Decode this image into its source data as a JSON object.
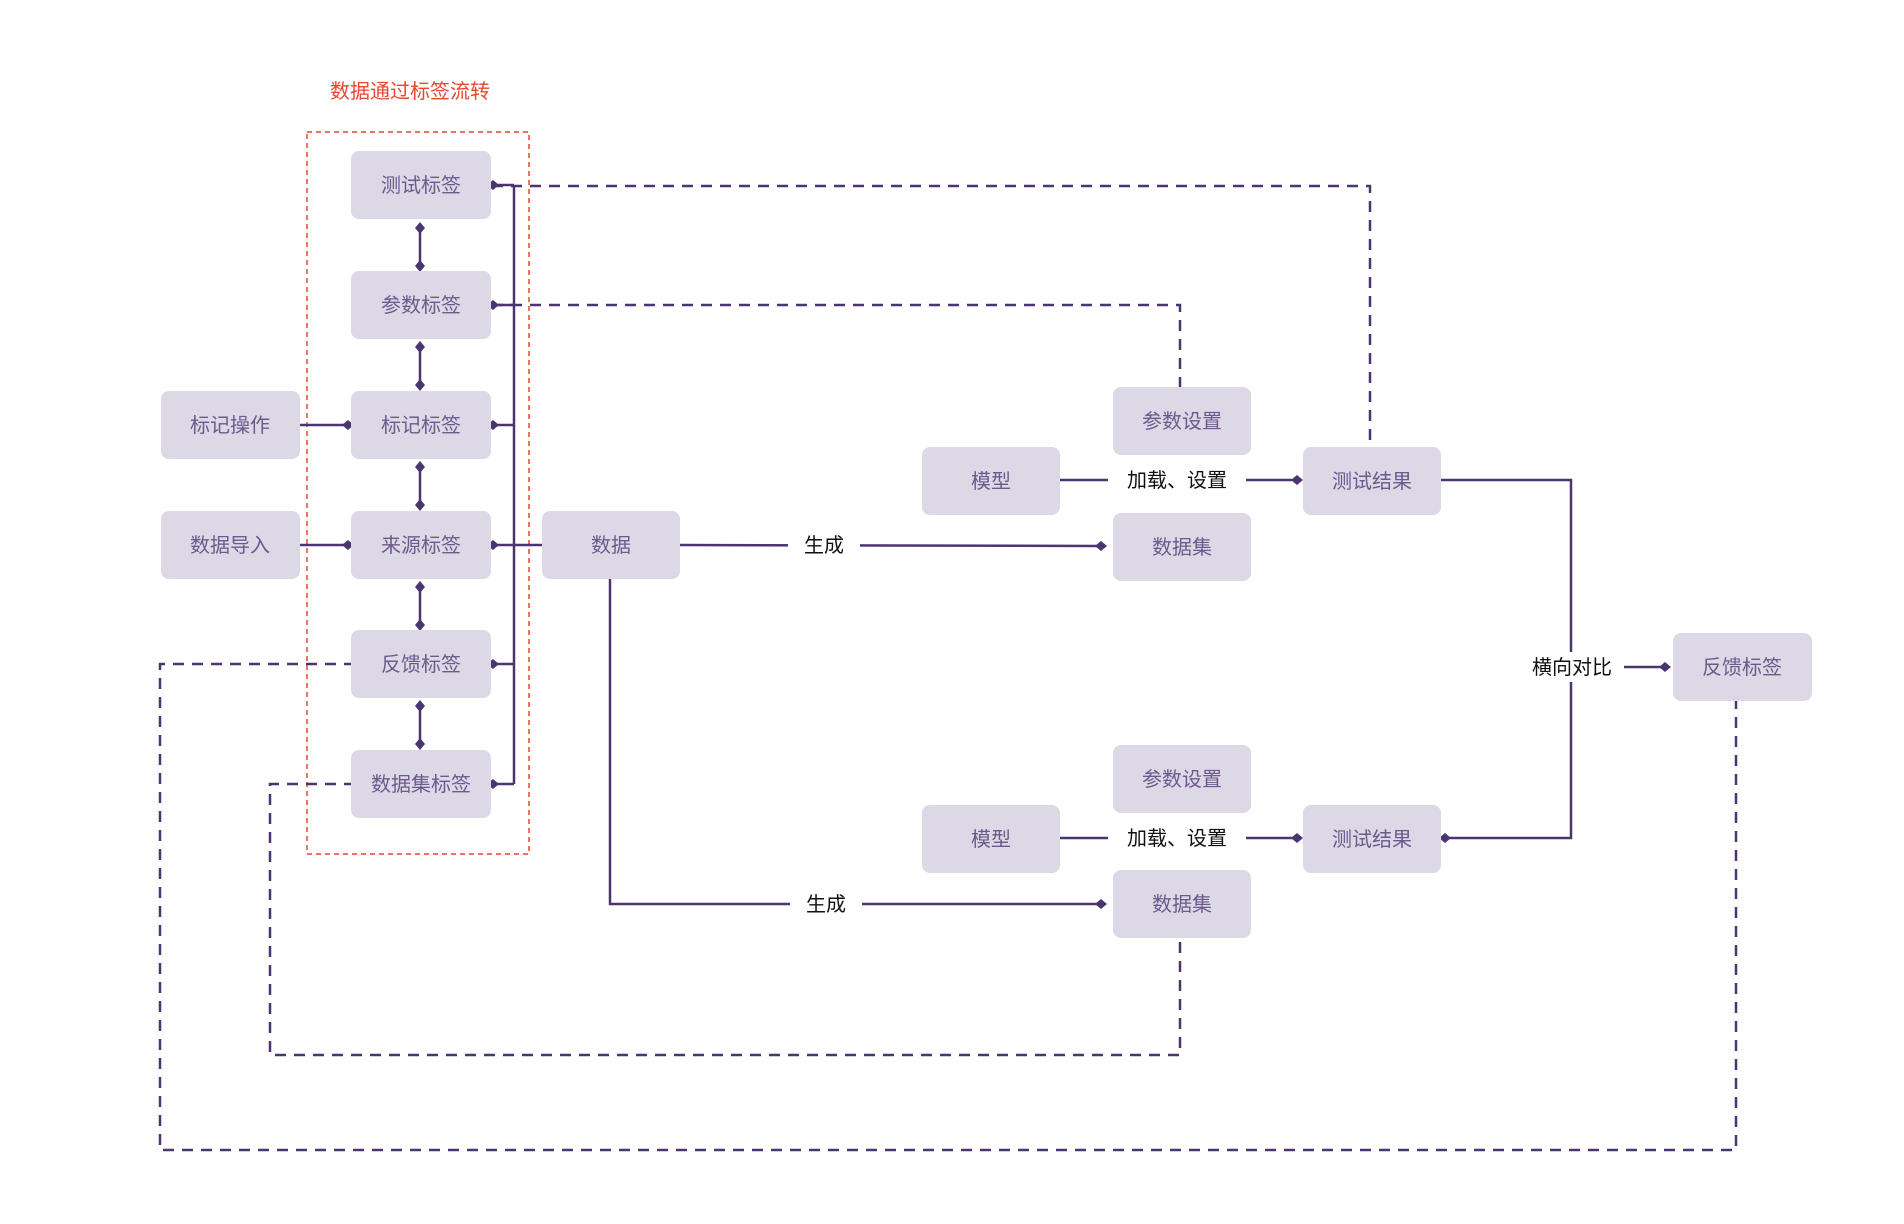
{
  "group": {
    "title": "数据通过标签流转"
  },
  "nodes": {
    "test_tag": "测试标签",
    "param_tag": "参数标签",
    "mark_tag": "标记标签",
    "source_tag": "来源标签",
    "feedback_tag": "反馈标签",
    "dataset_tag": "数据集标签",
    "mark_op": "标记操作",
    "data_import": "数据导入",
    "data": "数据",
    "model_1": "模型",
    "param_setting_1": "参数设置",
    "dataset_1": "数据集",
    "test_result_1": "测试结果",
    "model_2": "模型",
    "param_setting_2": "参数设置",
    "dataset_2": "数据集",
    "test_result_2": "测试结果",
    "feedback_tag_right": "反馈标签"
  },
  "edge_labels": {
    "generate_1": "生成",
    "generate_2": "生成",
    "load_set_1": "加载、设置",
    "load_set_2": "加载、设置",
    "compare": "横向对比"
  },
  "colors": {
    "node_fill": "#dcd8e6",
    "node_text": "#6c5a8c",
    "edge": "#4a3570",
    "group_border": "#e8462e"
  }
}
